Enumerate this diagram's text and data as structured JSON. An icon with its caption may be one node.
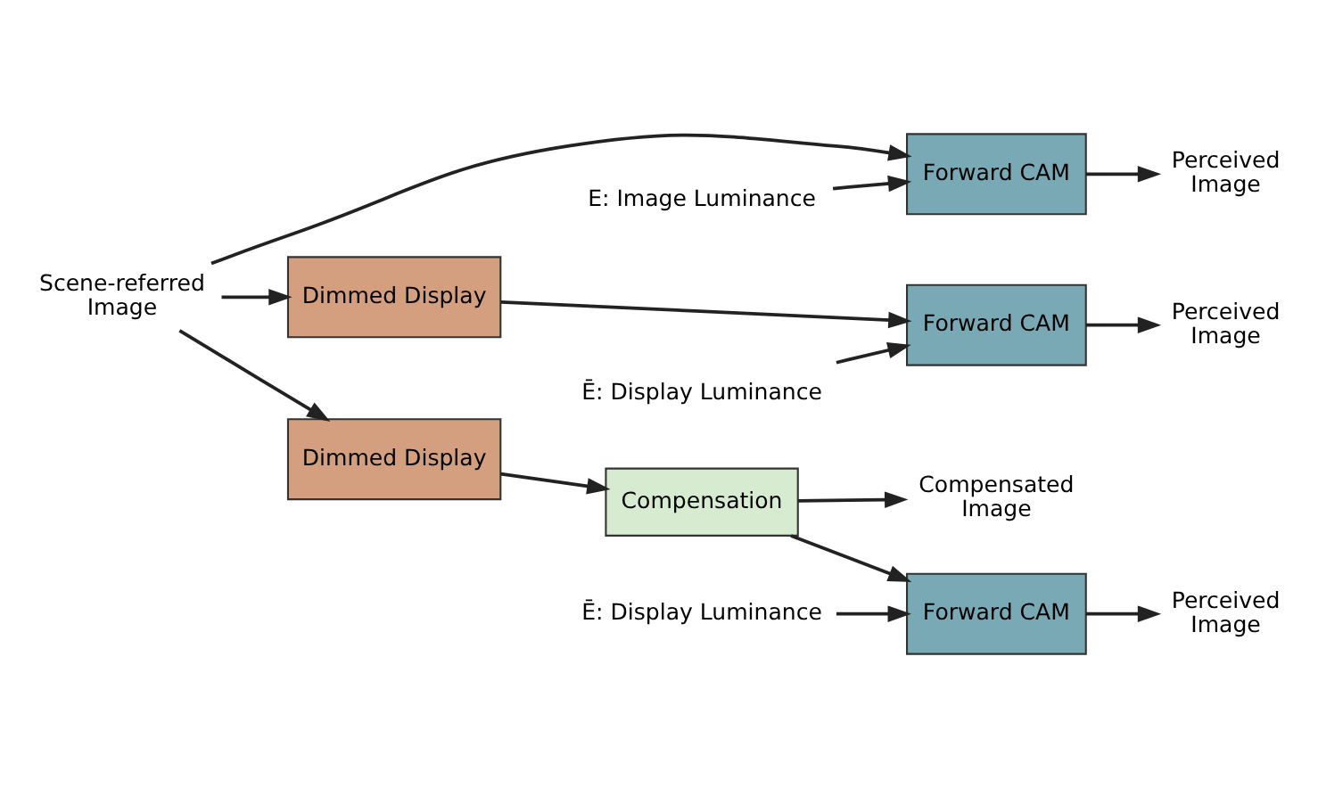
{
  "diagram": {
    "nodes": [
      {
        "text": [
          "Scene-referred Image"
        ]
      },
      {
        "text": [
          "Forward CAM"
        ]
      },
      {
        "text": [
          "Perceived Image"
        ]
      },
      {
        "text": [
          "E: Image Luminance"
        ]
      },
      {
        "text": [
          "Dimmed Display"
        ]
      },
      {
        "text": [
          "Forward CAM"
        ]
      },
      {
        "text": [
          "Perceived Image"
        ]
      },
      {
        "text": [
          "Ē: Display Luminance"
        ]
      },
      {
        "text": [
          "Compensated Image"
        ]
      },
      {
        "text": [
          "Dimmed Display"
        ]
      },
      {
        "text": [
          "Compensation"
        ]
      },
      {
        "text": [
          "Forward CAM"
        ]
      },
      {
        "text": [
          "Perceived Image"
        ]
      },
      {
        "text": [
          "Ē: Display Luminance"
        ]
      }
    ],
    "edges": [
      {
        "from": 0,
        "to": 1,
        "arrow": "to"
      },
      {
        "from": 1,
        "to": 2,
        "arrow": "to"
      },
      {
        "from": 3,
        "to": 1,
        "arrow": "to"
      },
      {
        "from": 0,
        "to": 4,
        "arrow": "to"
      },
      {
        "from": 4,
        "to": 5,
        "arrow": "to"
      },
      {
        "from": 5,
        "to": 6,
        "arrow": "to"
      },
      {
        "from": 7,
        "to": 5,
        "arrow": "to"
      },
      {
        "from": 10,
        "to": 8,
        "arrow": "to"
      },
      {
        "from": 0,
        "to": 9,
        "arrow": "to"
      },
      {
        "from": 9,
        "to": 10,
        "arrow": "to"
      },
      {
        "from": 10,
        "to": 11,
        "arrow": "to"
      },
      {
        "from": 11,
        "to": 12,
        "arrow": "to"
      },
      {
        "from": 13,
        "to": 11,
        "arrow": "to"
      }
    ]
  }
}
